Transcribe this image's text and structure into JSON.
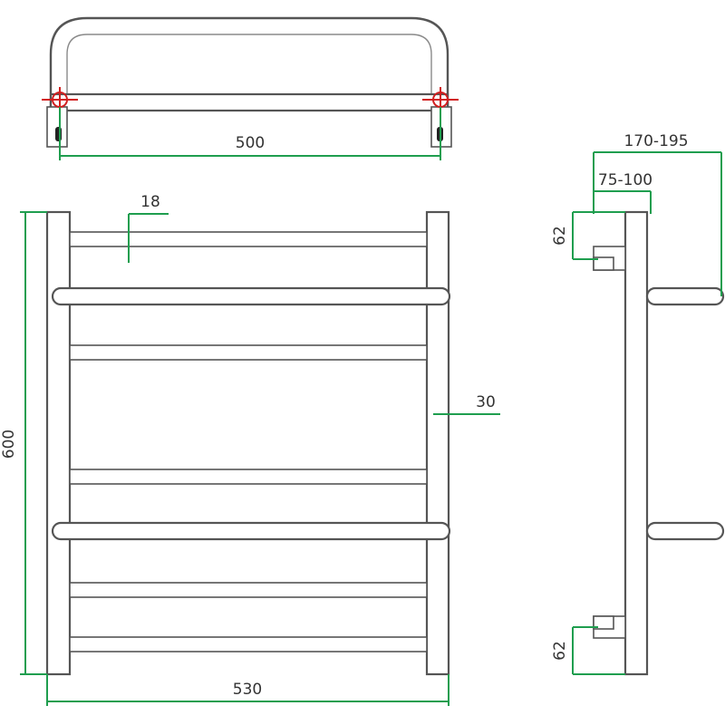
{
  "colors": {
    "outline": "#555555",
    "dimension": "#1f9e4f",
    "fitting_marker": "#d11f1f",
    "text": "#333333"
  },
  "dimensions": {
    "top_mount_spacing": "500",
    "overall_width": "530",
    "overall_height": "600",
    "rail_diameter": "18",
    "side_tube_width": "30",
    "max_depth": "170-195",
    "wall_distance": "75-100",
    "bracket_height_top": "62",
    "bracket_height_bottom": "62"
  }
}
